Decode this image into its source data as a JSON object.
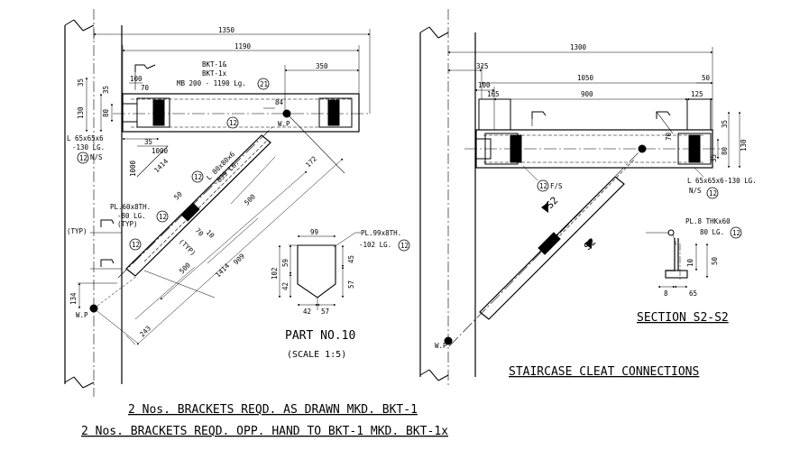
{
  "left_view": {
    "dims": {
      "d1350": "1350",
      "d1190": "1190",
      "d350": "350",
      "d35a": "35",
      "d35b": "35",
      "d130": "130",
      "d80": "80",
      "d100": "100",
      "d70": "70",
      "d84": "84",
      "d35c": "35",
      "d1000v": "1000",
      "d1000h": "1000",
      "d1414a": "1414",
      "d172": "172",
      "d500a": "500",
      "d500b": "500",
      "d909": "909",
      "d1414b": "1414",
      "d243": "243",
      "d134": "134",
      "d50": "50",
      "d70b": "70",
      "d10": "10"
    },
    "labels": {
      "bkt1": "BKT-1&",
      "bkt1x": "BKT-1x",
      "mb": "MB 200 - 1190 Lg.",
      "mb_tag": "21",
      "wp_top": "W.P",
      "wp_bot": "W.P",
      "angle1": "L 65x65x6",
      "angle2": "-130 LG.",
      "angle3": "N/S",
      "angle_tag": "12",
      "angle_b1": "L 80x80x6",
      "angle_b2": "-839 LG.",
      "angle_b_tag": "12",
      "pl1": "PL.60x8TH.",
      "pl2": "-80 LG.",
      "pl3": "(TYP)",
      "pl_tag": "12",
      "typ1": "(TYP)",
      "typ2": "(TYP)",
      "tag_a": "12",
      "tag_b": "12",
      "tag_c": "12"
    }
  },
  "part10": {
    "pl1": "PL.99x8TH.",
    "pl2": "-102 LG.",
    "pl_tag": "12",
    "d99": "99",
    "d102": "102",
    "d59": "59",
    "d42a": "42",
    "d45": "45",
    "d57a": "57",
    "d42b": "42",
    "d57b": "57",
    "title": "PART NO.10",
    "scale": "(SCALE 1:5)"
  },
  "right_view": {
    "dims": {
      "d1300": "1300",
      "d325": "325",
      "d1050": "1050",
      "d50a": "50",
      "d100": "100",
      "d165": "165",
      "d900": "900",
      "d125": "125",
      "d70": "70",
      "d35a": "35",
      "d35b": "35",
      "d130": "130",
      "d80": "80"
    },
    "labels": {
      "tag_fs": "12",
      "fs": "F/S",
      "angle1": "L 65x65x6-130 LG.",
      "angle2": "N/S",
      "angle_tag": "12",
      "s2a": "S2",
      "s2b": "S2",
      "wp": "W.P"
    }
  },
  "section": {
    "pl1": "PL.8 THKx60",
    "pl2": "80 LG.",
    "pl_tag": "12",
    "d10": "10",
    "d50": "50",
    "d8": "8",
    "d65": "65",
    "title": "SECTION S2-S2"
  },
  "main_title": "STAIRCASE CLEAT CONNECTIONS",
  "notes": {
    "line1": "2 Nos. BRACKETS REQD. AS DRAWN MKD. BKT-1",
    "line2": "2 Nos. BRACKETS REQD. OPP. HAND TO BKT-1 MKD. BKT-1x"
  }
}
